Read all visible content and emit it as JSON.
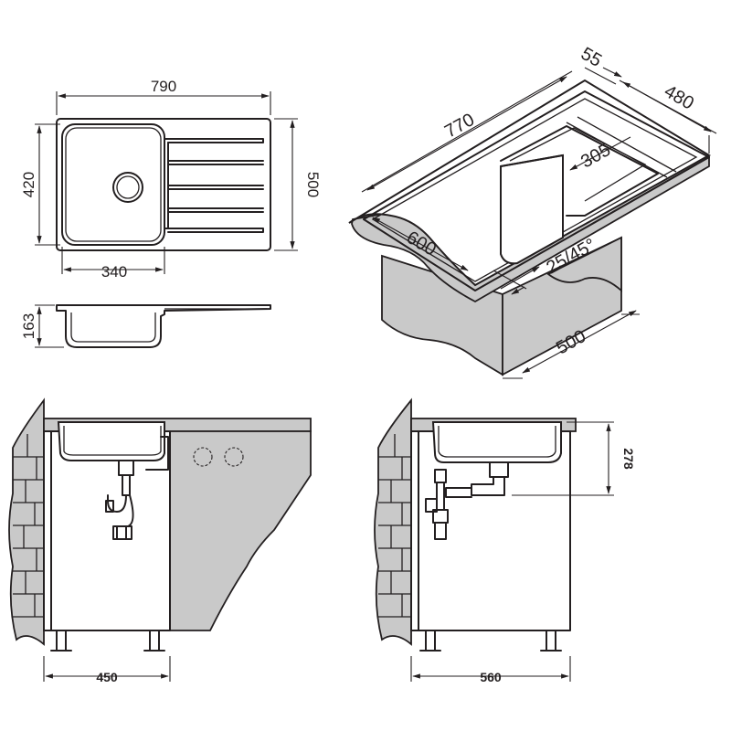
{
  "dimensions": {
    "top_width": "790",
    "top_depth": "500",
    "bowl_depth": "420",
    "bowl_width": "340",
    "side_height": "163",
    "iso_length": "770",
    "iso_edge": "55",
    "iso_depth": "480",
    "iso_bowl": "305",
    "iso_cabinet_depth": "600",
    "iso_radius": "25/45°",
    "iso_cabinet_width": "500",
    "front_cabinet_width": "450",
    "side_cabinet_width": "560",
    "side_install_height": "278"
  },
  "colors": {
    "line": "#231f20",
    "fill": "#c9c9c9",
    "background": "#ffffff"
  }
}
